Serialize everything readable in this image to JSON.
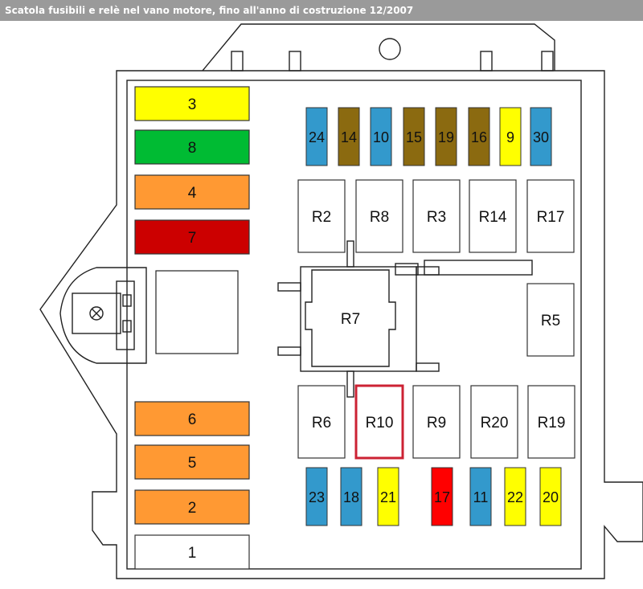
{
  "title": "Scatola fusibili e relè nel vano motore, fino all'anno di costruzione 12/2007",
  "colors": {
    "yellow": "#ffff00",
    "green": "#00bb33",
    "orange": "#ff9933",
    "red_dark": "#cc0000",
    "red": "#ff0000",
    "blue": "#3399cc",
    "olive": "#8b6a10",
    "white": "#ffffff",
    "highlight": "#cc2233"
  },
  "maxi_fuses": [
    {
      "label": "3",
      "color": "yellow"
    },
    {
      "label": "8",
      "color": "green"
    },
    {
      "label": "4",
      "color": "orange"
    },
    {
      "label": "7",
      "color": "red_dark"
    },
    {
      "label": "6",
      "color": "orange"
    },
    {
      "label": "5",
      "color": "orange"
    },
    {
      "label": "2",
      "color": "orange"
    },
    {
      "label": "1",
      "color": "white"
    }
  ],
  "top_fuses": [
    {
      "label": "24",
      "color": "blue"
    },
    {
      "label": "14",
      "color": "olive"
    },
    {
      "label": "10",
      "color": "blue"
    },
    {
      "label": "15",
      "color": "olive"
    },
    {
      "label": "19",
      "color": "olive"
    },
    {
      "label": "16",
      "color": "olive"
    },
    {
      "label": "9",
      "color": "yellow"
    },
    {
      "label": "30",
      "color": "blue"
    }
  ],
  "bottom_fuses": [
    {
      "label": "23",
      "color": "blue"
    },
    {
      "label": "18",
      "color": "blue"
    },
    {
      "label": "21",
      "color": "yellow"
    },
    {
      "label": "17",
      "color": "red"
    },
    {
      "label": "11",
      "color": "blue"
    },
    {
      "label": "22",
      "color": "yellow"
    },
    {
      "label": "20",
      "color": "yellow"
    }
  ],
  "relays": [
    {
      "label": "R2",
      "highlighted": false
    },
    {
      "label": "R8",
      "highlighted": false
    },
    {
      "label": "R3",
      "highlighted": false
    },
    {
      "label": "R14",
      "highlighted": false
    },
    {
      "label": "R17",
      "highlighted": false
    },
    {
      "label": "R5",
      "highlighted": false
    },
    {
      "label": "R7",
      "highlighted": false
    },
    {
      "label": "R6",
      "highlighted": false
    },
    {
      "label": "R10",
      "highlighted": true
    },
    {
      "label": "R9",
      "highlighted": false
    },
    {
      "label": "R20",
      "highlighted": false
    },
    {
      "label": "R19",
      "highlighted": false
    }
  ]
}
